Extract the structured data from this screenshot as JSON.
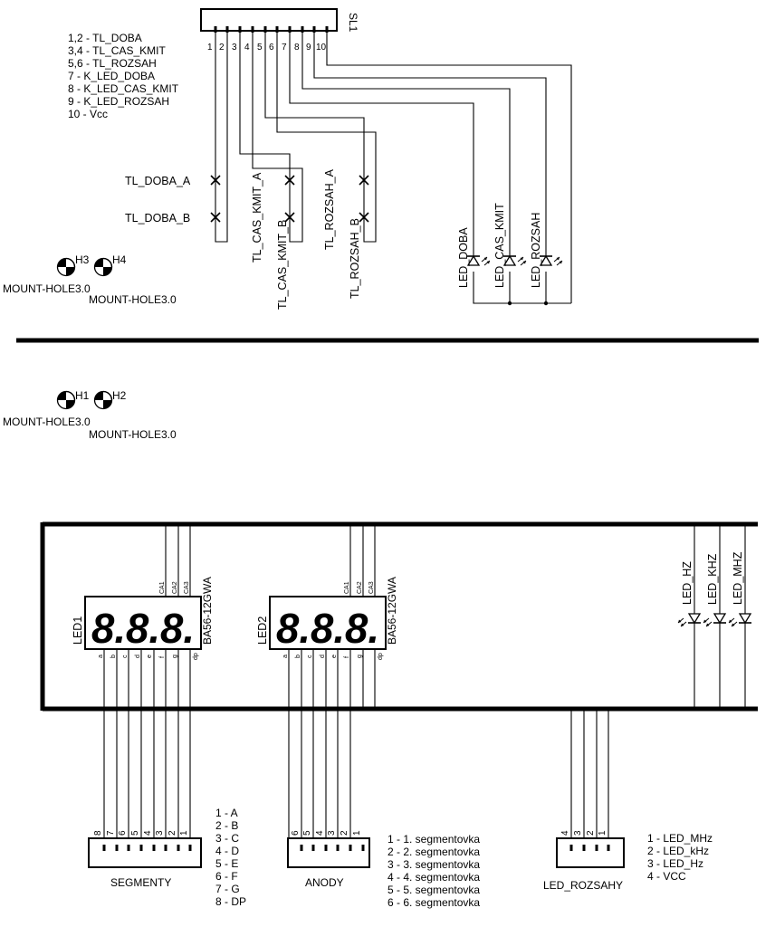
{
  "connector_sl1": {
    "name": "SL1",
    "pins": [
      "1",
      "2",
      "3",
      "4",
      "5",
      "6",
      "7",
      "8",
      "9",
      "10"
    ],
    "legend": [
      "1,2 - TL_DOBA",
      "3,4 - TL_CAS_KMIT",
      "5,6 - TL_ROZSAH",
      "7 - K_LED_DOBA",
      "8 - K_LED_CAS_KMIT",
      "9 - K_LED_ROZSAH",
      "10 - Vcc"
    ]
  },
  "buttons": {
    "tl_doba_a": "TL_DOBA_A",
    "tl_doba_b": "TL_DOBA_B",
    "tl_cas_kmit_a": "TL_CAS_KMIT_A",
    "tl_cas_kmit_b": "TL_CAS_KMIT_B",
    "tl_rozsah_a": "TL_ROZSAH_A",
    "tl_rozsah_b": "TL_ROZSAH_B"
  },
  "status_leds": {
    "led_doba": "LED_DOBA",
    "led_cas_kmit": "LED_CAS_KMIT",
    "led_rozsah": "LED_ROZSAH"
  },
  "mount_holes": {
    "h1": "H1",
    "h2": "H2",
    "h3": "H3",
    "h4": "H4",
    "value": "MOUNT-HOLE3.0"
  },
  "displays": {
    "led1": "LED1",
    "led2": "LED2",
    "part": "BA56-12GWA",
    "digits": "8.8.8.",
    "common_pins": [
      "CA1",
      "CA2",
      "CA3"
    ],
    "segment_pins": [
      "a",
      "b",
      "c",
      "d",
      "e",
      "f",
      "g",
      "dp"
    ]
  },
  "range_leds": {
    "led_hz": "LED_HZ",
    "led_khz": "LED_KHZ",
    "led_mhz": "LED_MHZ"
  },
  "connector_segmenty": {
    "name": "SEGMENTY",
    "pins": [
      "8",
      "7",
      "6",
      "5",
      "4",
      "3",
      "2",
      "1"
    ],
    "legend": [
      "1 - A",
      "2 - B",
      "3 - C",
      "4 - D",
      "5 - E",
      "6 - F",
      "7 - G",
      "8 - DP"
    ]
  },
  "connector_anody": {
    "name": "ANODY",
    "pins": [
      "6",
      "5",
      "4",
      "3",
      "2",
      "1"
    ],
    "legend": [
      "1 - 1. segmentovka",
      "2 - 2. segmentovka",
      "3 - 3. segmentovka",
      "4 - 4. segmentovka",
      "5 - 5. segmentovka",
      "6 - 6. segmentovka"
    ]
  },
  "connector_led_rozsahy": {
    "name": "LED_ROZSAHY",
    "pins": [
      "4",
      "3",
      "2",
      "1"
    ],
    "legend": [
      "1 - LED_MHz",
      "2 - LED_kHz",
      "3 - LED_Hz",
      "4 - VCC"
    ]
  }
}
